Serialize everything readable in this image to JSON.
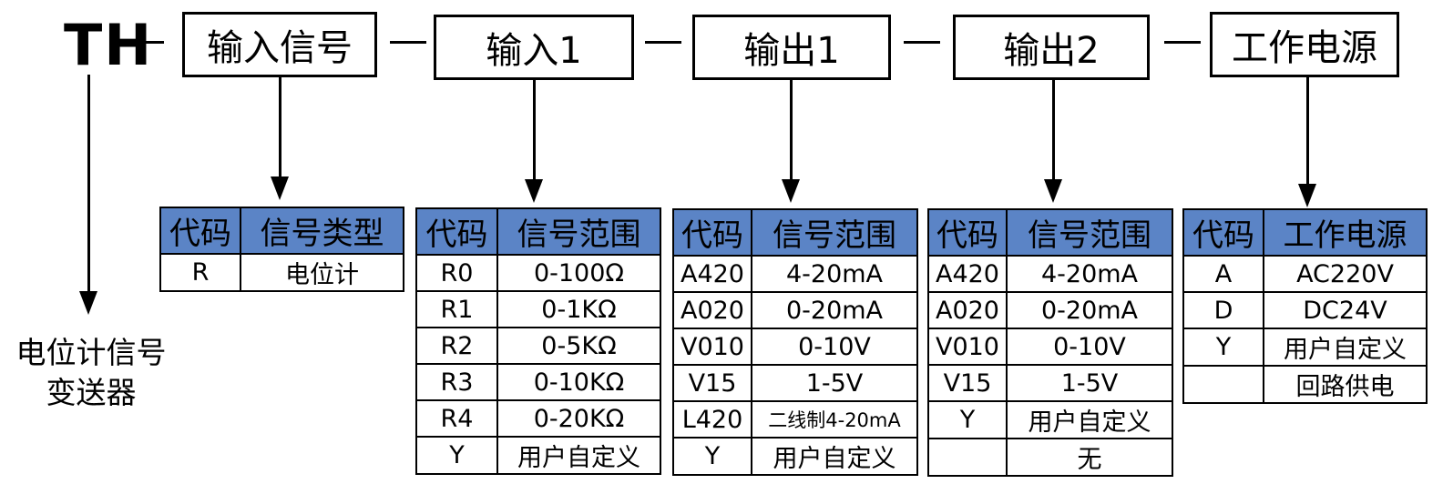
{
  "prefix": "TH",
  "separator": "—",
  "headers": [
    "输入信号",
    "输入1",
    "输出1",
    "输出2",
    "工作电源"
  ],
  "product_name": [
    "电位计信号",
    "变送器"
  ],
  "tables": [
    {
      "columns": [
        "代码",
        "信号类型"
      ],
      "rows": [
        [
          "R",
          "电位计"
        ]
      ]
    },
    {
      "columns": [
        "代码",
        "信号范围"
      ],
      "rows": [
        [
          "R0",
          "0-100Ω"
        ],
        [
          "R1",
          "0-1KΩ"
        ],
        [
          "R2",
          "0-5KΩ"
        ],
        [
          "R3",
          "0-10KΩ"
        ],
        [
          "R4",
          "0-20KΩ"
        ],
        [
          "Y",
          "用户自定义"
        ]
      ]
    },
    {
      "columns": [
        "代码",
        "信号范围"
      ],
      "rows": [
        [
          "A420",
          "4-20mA"
        ],
        [
          "A020",
          "0-20mA"
        ],
        [
          "V010",
          "0-10V"
        ],
        [
          "V15",
          "1-5V"
        ],
        [
          "L420",
          "二线制4-20mA"
        ],
        [
          "Y",
          "用户自定义"
        ]
      ]
    },
    {
      "columns": [
        "代码",
        "信号范围"
      ],
      "rows": [
        [
          "A420",
          "4-20mA"
        ],
        [
          "A020",
          "0-20mA"
        ],
        [
          "V010",
          "0-10V"
        ],
        [
          "V15",
          "1-5V"
        ],
        [
          "Y",
          "用户自定义"
        ],
        [
          "",
          "无"
        ]
      ]
    },
    {
      "columns": [
        "代码",
        "工作电源"
      ],
      "rows": [
        [
          "A",
          "AC220V"
        ],
        [
          "D",
          "DC24V"
        ],
        [
          "Y",
          "用户自定义"
        ],
        [
          "",
          "回路供电"
        ]
      ]
    }
  ],
  "colors": {
    "header_fill": "#5b84c6",
    "line": "#000000"
  }
}
